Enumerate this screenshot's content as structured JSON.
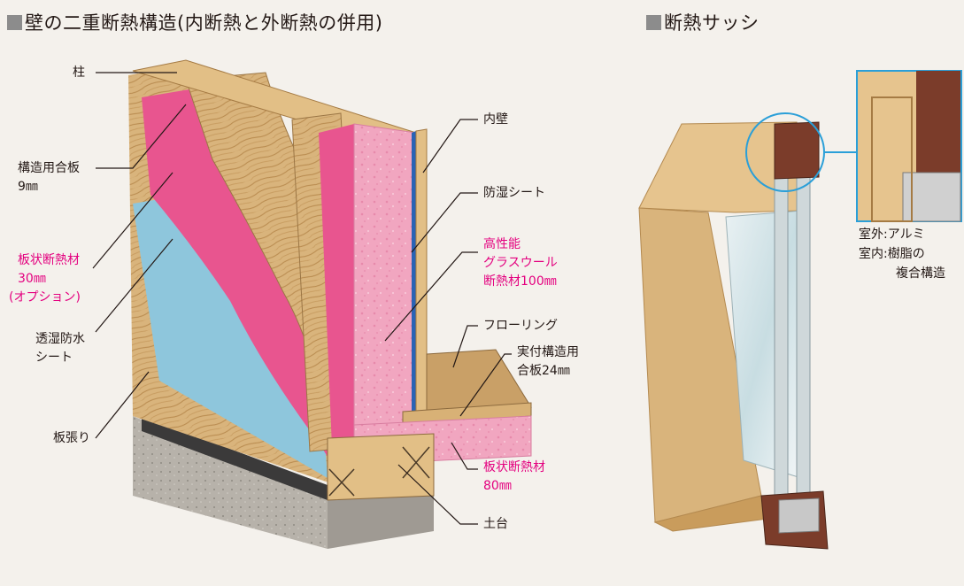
{
  "titles": {
    "wall": "壁の二重断熱構造(内断熱と外断熱の併用)",
    "sash": "断熱サッシ"
  },
  "labels": {
    "hashira": "柱",
    "plywood_line1": "構造用合板",
    "plywood_line2": "9㎜",
    "board_ins_line1": "板状断熱材",
    "board_ins_line2": "30㎜",
    "board_ins_line3": "(オプション)",
    "wrb_line1": "透湿防水",
    "wrb_line2": "シート",
    "siding": "板張り",
    "inner_wall": "内壁",
    "vapor_barrier": "防湿シート",
    "glasswool_line1": "高性能",
    "glasswool_line2": "グラスウール",
    "glasswool_line3": "断熱材100㎜",
    "flooring": "フローリング",
    "subfloor_line1": "実付構造用",
    "subfloor_line2": "合板24㎜",
    "floor_ins_line1": "板状断熱材",
    "floor_ins_line2": "80㎜",
    "sill": "土台"
  },
  "sash_callout": {
    "line1": "室外:アルミ",
    "line2": "室内:樹脂の",
    "line3": "複合構造"
  },
  "colors": {
    "pink_text": "#e4007f",
    "insulation_pink": "#e8558f",
    "glasswool_pink": "#f1a6c0",
    "wrb_blue": "#8ec6dc",
    "wood": "#d9b47c",
    "callout_circle": "#2a9fd8"
  }
}
